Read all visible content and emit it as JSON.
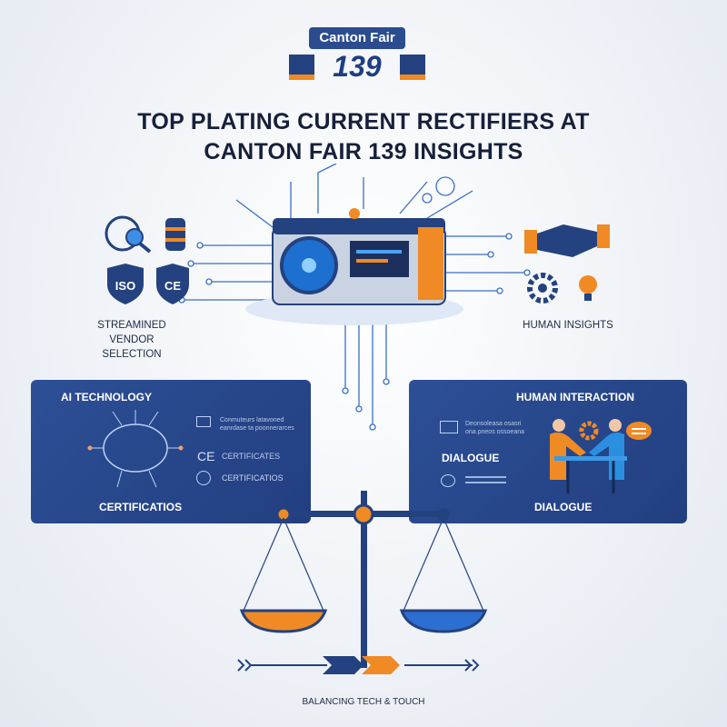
{
  "logo": {
    "line1": "Canton Fair",
    "line2": "139"
  },
  "title": {
    "line1": "TOP PLATING CURRENT RECTIFIERS AT",
    "line2": "CANTON FAIR 139 INSIGHTS"
  },
  "left_group": {
    "caption": "STREAMINED VENDOR SELECTION",
    "badges": [
      "ISO",
      "CE"
    ]
  },
  "right_group": {
    "caption": "HUMAN INSIGHTS"
  },
  "ai_panel": {
    "title": "AI TECHNOLOGY",
    "note": "Conmuteurs latavoned eanrdase ta poonnerarces",
    "item1": "CERTIFICATES",
    "item2": "CERTIFICATIOS",
    "footer": "CERTIFICATIOS",
    "ce_mark": "CE"
  },
  "human_panel": {
    "title": "HUMAN INTERACTION",
    "note": "Deonsoleasa osasri ona pneos ossoeana",
    "label": "DIALOGUE",
    "footer": "DIALOGUE"
  },
  "bottom_caption": "BALANCING TECH & TOUCH",
  "colors": {
    "navy": "#24427f",
    "orange": "#f08a24",
    "blue": "#2d5fb0"
  }
}
